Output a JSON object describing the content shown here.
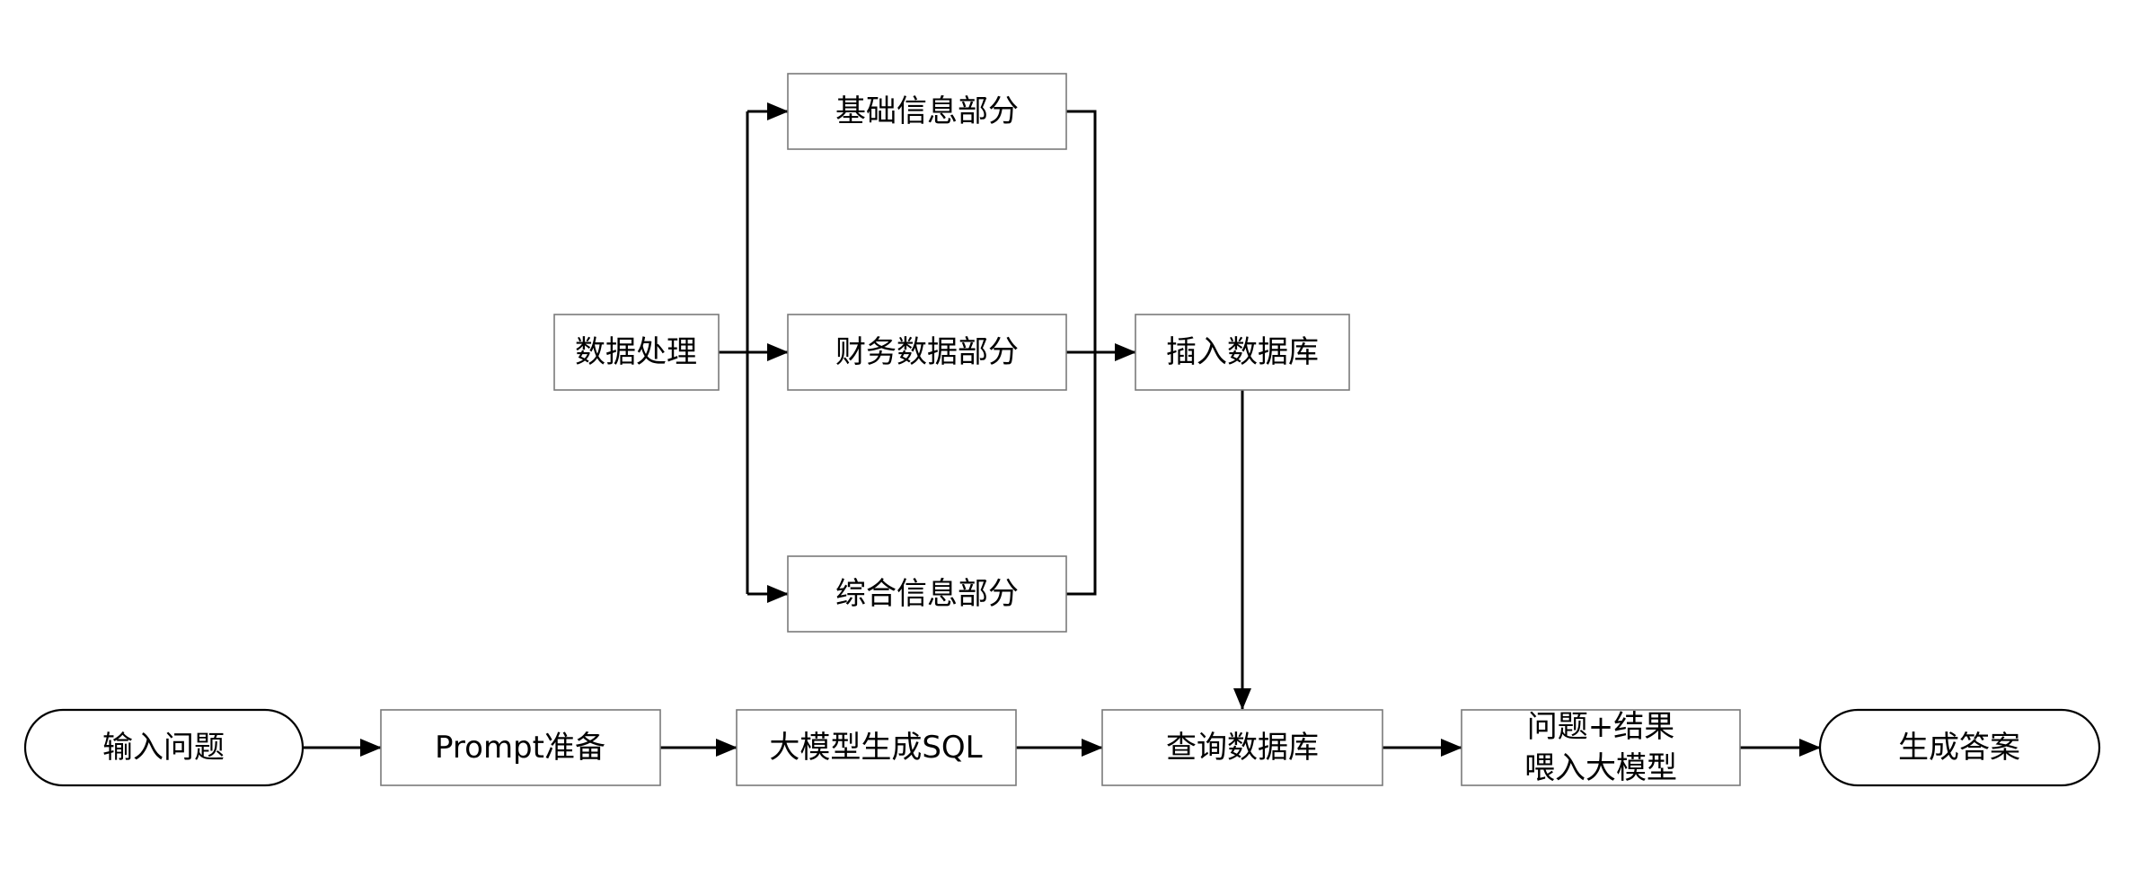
{
  "nodes": {
    "data_processing": "数据处理",
    "basic_info": "基础信息部分",
    "financial_data": "财务数据部分",
    "comprehensive_info": "综合信息部分",
    "insert_db": "插入数据库",
    "input_question": "输入问题",
    "prompt_prep": "Prompt准备",
    "llm_sql": "大模型生成SQL",
    "query_db": "查询数据库",
    "feed_line1": "问题+结果",
    "feed_line2": "喂入大模型",
    "generate_answer": "生成答案"
  }
}
